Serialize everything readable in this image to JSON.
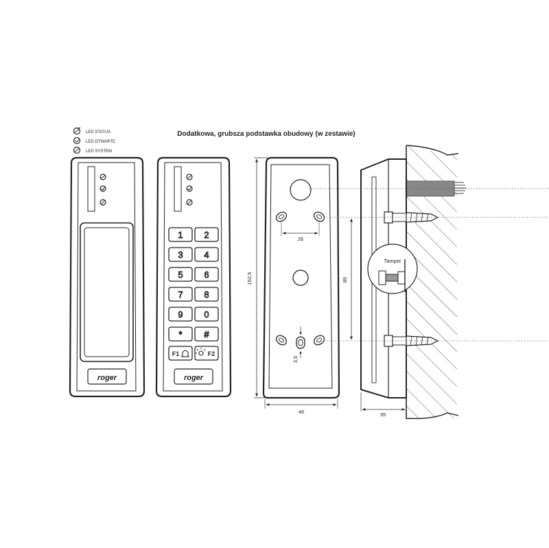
{
  "title": "Dodatkowa, grubsza podstawka obudowy (w zestawie)",
  "legend": [
    {
      "icon": "led-status-icon",
      "label": "LED STATUS"
    },
    {
      "icon": "led-open-icon",
      "label": "LED OTWARTE"
    },
    {
      "icon": "led-system-icon",
      "label": "LED SYSTEM"
    }
  ],
  "brand": "roger",
  "keypad": {
    "keys": [
      "1",
      "2",
      "3",
      "4",
      "5",
      "6",
      "7",
      "8",
      "9",
      "0",
      "*",
      "#"
    ],
    "f1": "F1",
    "f2": "F2"
  },
  "dimensions": {
    "height": "152,5",
    "width": "46",
    "hole_spacing": "26",
    "vertical_spacing": "89",
    "offset": "3,5",
    "depth": "35"
  },
  "tamper_label": "Tamper",
  "colors": {
    "line": "#222222",
    "hatch": "#555555",
    "cable": "#888888",
    "dim": "#333333"
  }
}
